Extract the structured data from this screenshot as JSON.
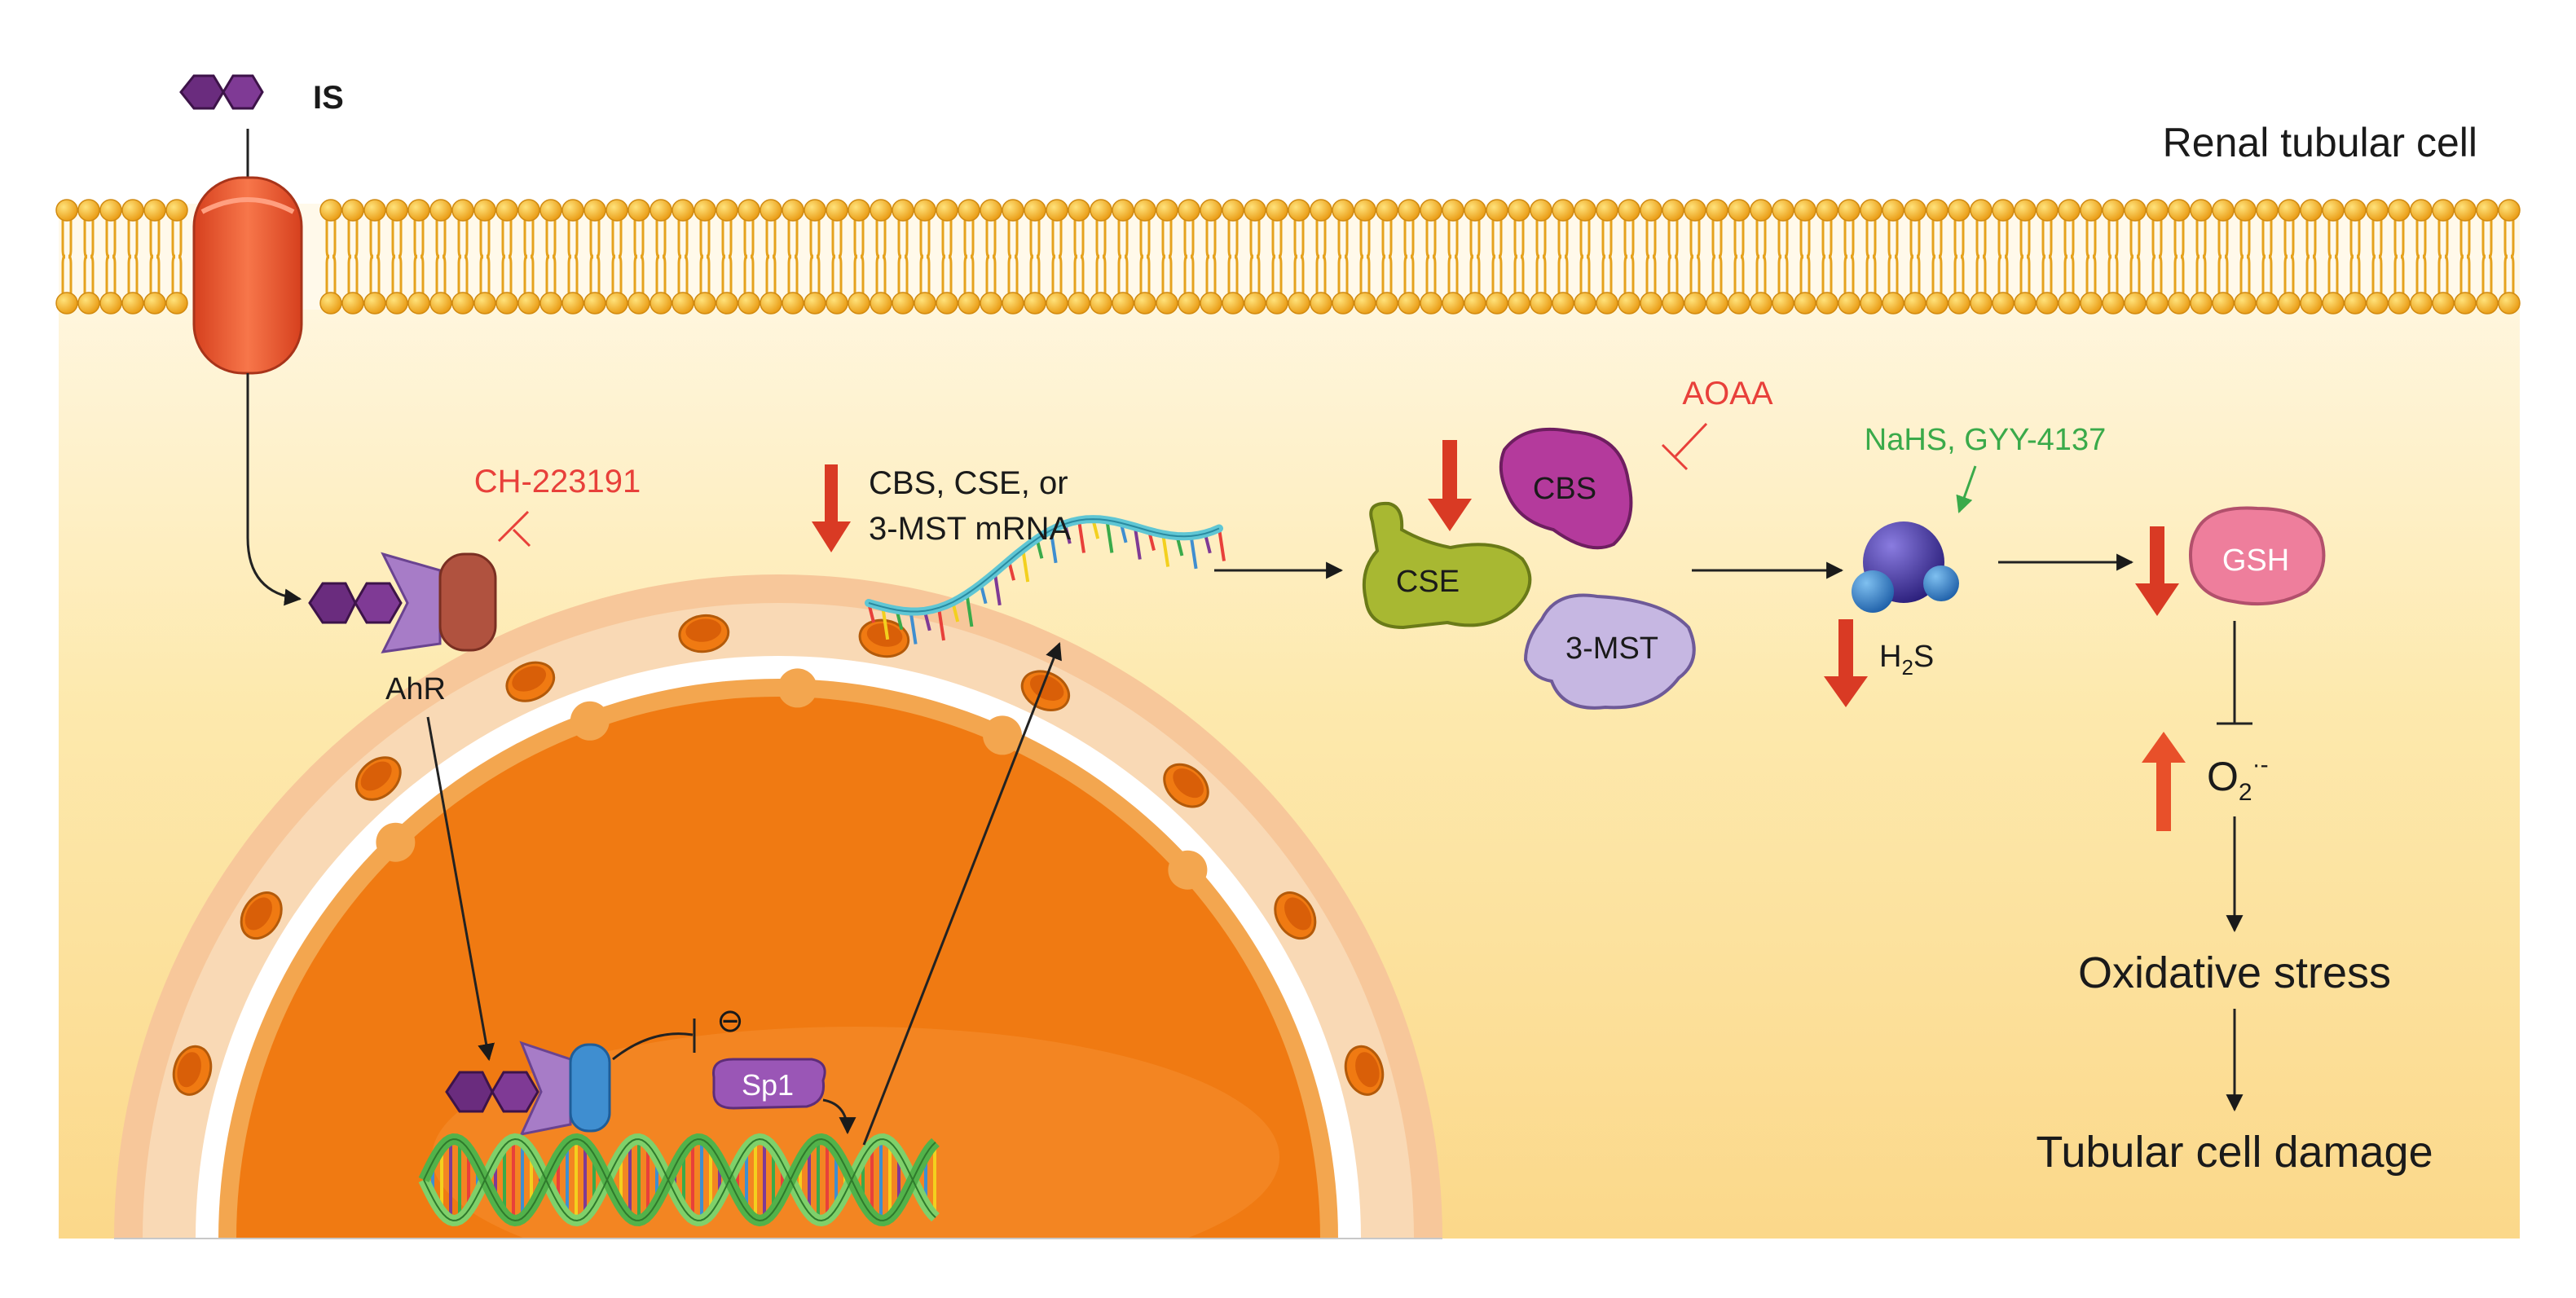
{
  "labels": {
    "indoxyl": "IS",
    "cell": "Renal tubular cell",
    "ahr": "AhR",
    "ahr_antagonist": "CH-223191",
    "mrna_line1": "CBS, CSE, or",
    "mrna_line2": "3-MST mRNA",
    "enzyme_cbs": "CBS",
    "enzyme_cse": "CSE",
    "enzyme_3mst": "3-MST",
    "cbs_inhibitor": "AOAA",
    "h2s_donors": "NaHS, GYY-4137",
    "h2s_base": "H",
    "h2s_sub": "2",
    "h2s_tail": "S",
    "gsh": "GSH",
    "superoxide_base": "O",
    "superoxide_sub": "2",
    "superoxide_sup": "·-",
    "inhibit_symbol": "⊖",
    "sp1": "Sp1",
    "oxidative_stress": "Oxidative stress",
    "damage": "Tubular cell damage"
  },
  "colors": {
    "inhibitor_red": "#e8403a",
    "donor_green": "#3aaa4a",
    "down_arrow": "#d93a24",
    "membrane_head": "#f3b42a",
    "transporter": "#ee5a36",
    "nucleus": "#f07a12",
    "cbs": "#b43a9c",
    "cse": "#a8b832",
    "mst": "#b9a6d6",
    "gsh": "#ee7e9c",
    "h2s_molecule": "#4a3aa8"
  }
}
